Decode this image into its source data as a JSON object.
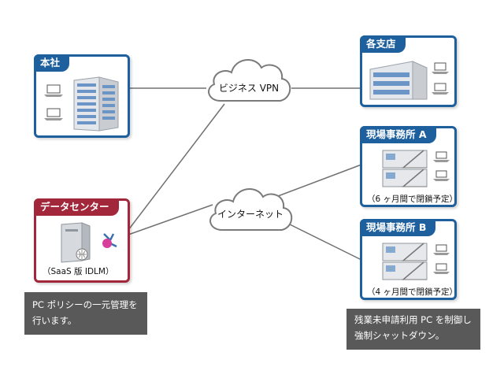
{
  "clouds": {
    "vpn": "ビジネス VPN",
    "internet": "インターネット"
  },
  "nodes": {
    "hq": {
      "title": "本社"
    },
    "branches": {
      "title": "各支店"
    },
    "datacenter": {
      "title": "データセンター",
      "note": "（SaaS 版 IDLM）"
    },
    "site_a": {
      "title": "現場事務所 A",
      "note": "（6 ヶ月間で閉鎖予定）"
    },
    "site_b": {
      "title": "現場事務所 B",
      "note": "（4 ヶ月間で閉鎖予定）"
    }
  },
  "captions": {
    "left": [
      "PC ポリシーの一元管理を",
      "行います。"
    ],
    "right": [
      "残業未申請利用 PC を制御し",
      "強制シャットダウン。"
    ]
  },
  "colors": {
    "blue": "#1e5f9e",
    "red": "#a3273b",
    "caption_bg": "#595959",
    "line": "#707070"
  }
}
